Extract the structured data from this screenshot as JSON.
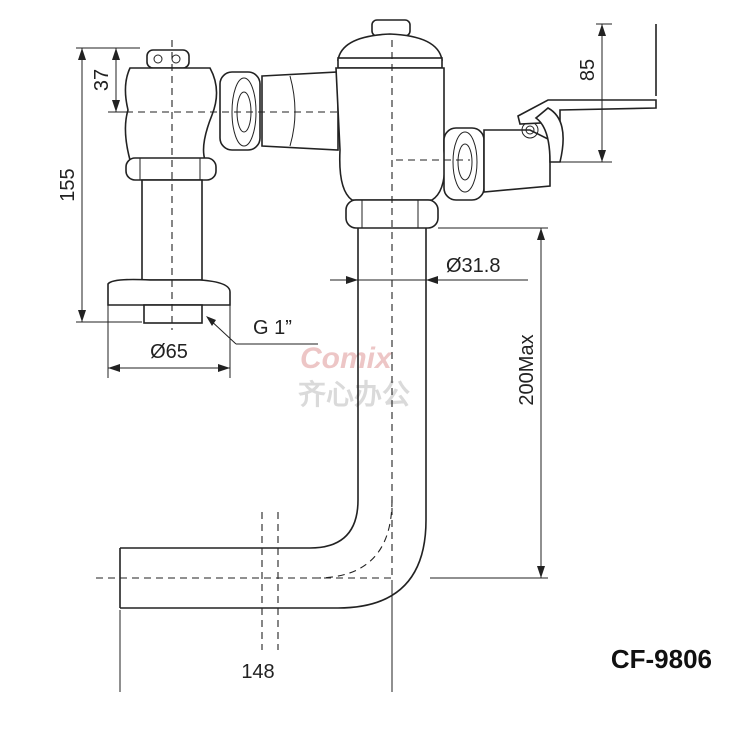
{
  "drawing": {
    "model": "CF-9806",
    "dimensions": {
      "inlet_height": "155",
      "inlet_offset": "37",
      "handle_height": "85",
      "flange_diameter": "Ø65",
      "thread": "G 1”",
      "pipe_diameter": "Ø31.8",
      "pipe_length": "200Max",
      "outlet_offset": "148"
    },
    "watermark": {
      "brand": "Comix",
      "chinese": "齐心办公"
    }
  }
}
